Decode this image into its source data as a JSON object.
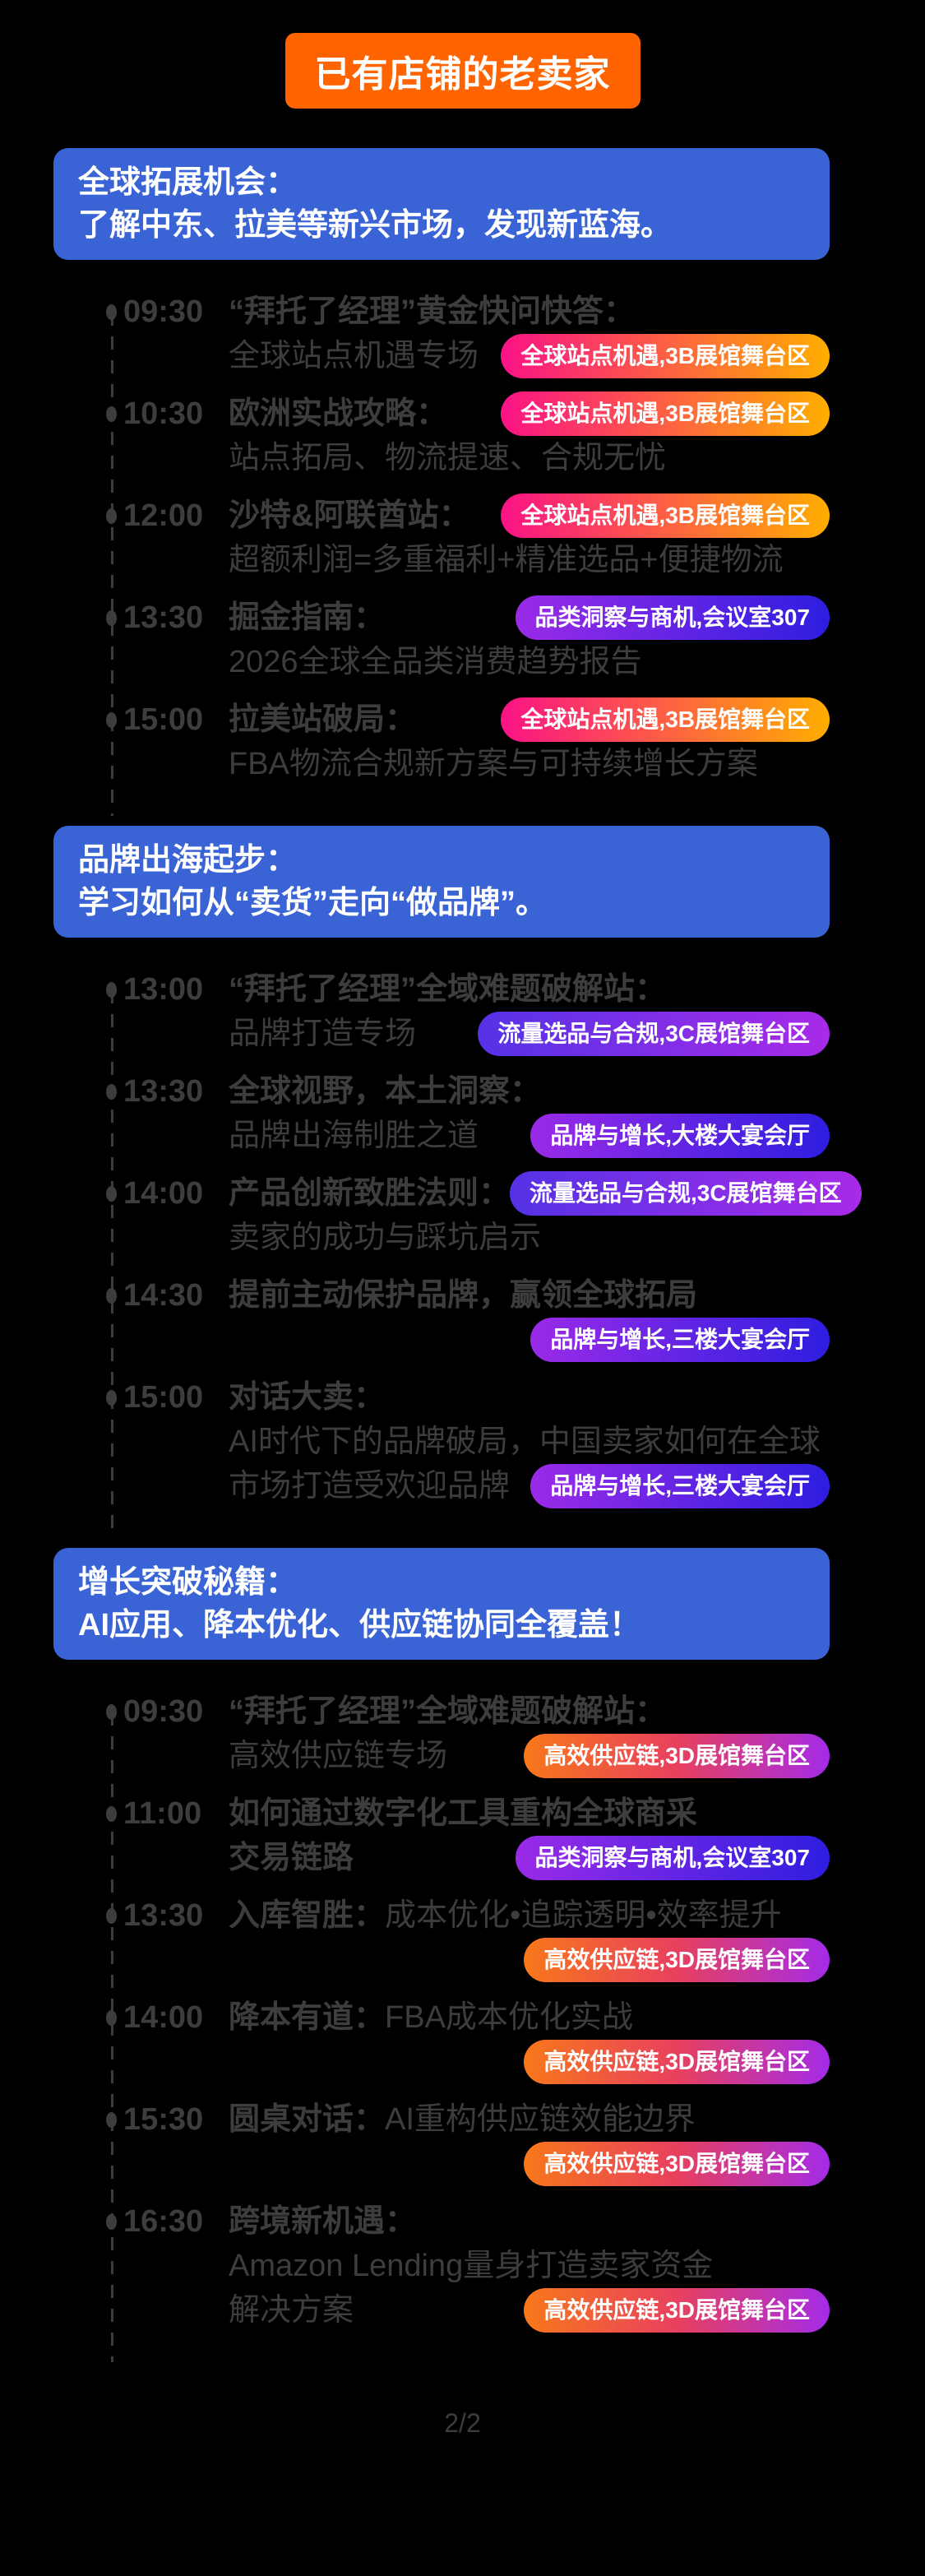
{
  "page": {
    "badge": "已有店铺的老卖家",
    "footer": "2/2"
  },
  "colors": {
    "background": "#000000",
    "badge_bg": "#FF6400",
    "banner_bg": "#3A63D6",
    "body_text": "#3D3D40",
    "timeline": "#3D3D40",
    "pill_text": "#FFFFFF",
    "gradients": {
      "pink-orange": [
        "#FA1286",
        "#FFAE00"
      ],
      "purple-blue": [
        "#9A2BE8",
        "#2E1EE0"
      ],
      "blue-purple": [
        "#5532E6",
        "#A82BE8"
      ],
      "orange-purple": [
        "#F8781A",
        "#E8405E",
        "#A42BE8"
      ]
    }
  },
  "pills": {
    "site": {
      "text": "全球站点机遇,3B展馆舞台区",
      "gradient": "pink-orange"
    },
    "category": {
      "text": "品类洞察与商机,会议室307",
      "gradient": "purple-blue"
    },
    "traffic": {
      "text": "流量选品与合规,3C展馆舞台区",
      "gradient": "blue-purple"
    },
    "brand_building": {
      "text": "品牌与增长,大楼大宴会厅",
      "gradient": "purple-blue"
    },
    "brand_3f": {
      "text": "品牌与增长,三楼大宴会厅",
      "gradient": "purple-blue"
    },
    "supply": {
      "text": "高效供应链,3D展馆舞台区",
      "gradient": "orange-purple"
    }
  },
  "sections": [
    {
      "banner_lines": [
        "全球拓展机会：",
        "了解中东、拉美等新兴市场，发现新蓝海。"
      ],
      "items": [
        {
          "time": "09:30",
          "rows": [
            {
              "parts": [
                {
                  "text": "“拜托了经理”黄金快问快答：",
                  "bold": true
                }
              ]
            },
            {
              "parts": [
                {
                  "text": "全球站点机遇专场",
                  "bold": false
                }
              ],
              "pill": "site"
            }
          ]
        },
        {
          "time": "10:30",
          "rows": [
            {
              "parts": [
                {
                  "text": "欧洲实战攻略：",
                  "bold": true
                }
              ],
              "pill": "site"
            },
            {
              "parts": [
                {
                  "text": "站点拓局、物流提速、合规无忧",
                  "bold": false
                }
              ]
            }
          ]
        },
        {
          "time": "12:00",
          "rows": [
            {
              "parts": [
                {
                  "text": "沙特&阿联酋站：",
                  "bold": true
                }
              ],
              "pill": "site"
            },
            {
              "parts": [
                {
                  "text": "超额利润=多重福利+精准选品+便捷物流",
                  "bold": false
                }
              ]
            }
          ]
        },
        {
          "time": "13:30",
          "rows": [
            {
              "parts": [
                {
                  "text": "掘金指南：",
                  "bold": true
                }
              ],
              "pill": "category"
            },
            {
              "parts": [
                {
                  "text": "2026全球全品类消费趋势报告",
                  "bold": false
                }
              ]
            }
          ]
        },
        {
          "time": "15:00",
          "rows": [
            {
              "parts": [
                {
                  "text": "拉美站破局：",
                  "bold": true
                }
              ],
              "pill": "site"
            },
            {
              "parts": [
                {
                  "text": "FBA物流合规新方案与可持续增长方案",
                  "bold": false
                }
              ]
            }
          ]
        }
      ]
    },
    {
      "banner_lines": [
        "品牌出海起步：",
        "学习如何从“卖货”走向“做品牌”。"
      ],
      "items": [
        {
          "time": "13:00",
          "rows": [
            {
              "parts": [
                {
                  "text": "“拜托了经理”全域难题破解站：",
                  "bold": true
                }
              ]
            },
            {
              "parts": [
                {
                  "text": "品牌打造专场",
                  "bold": false
                }
              ],
              "pill": "traffic"
            }
          ]
        },
        {
          "time": "13:30",
          "rows": [
            {
              "parts": [
                {
                  "text": "全球视野，本土洞察：",
                  "bold": true
                }
              ]
            },
            {
              "parts": [
                {
                  "text": "品牌出海制胜之道",
                  "bold": false
                }
              ],
              "pill": "brand_building"
            }
          ]
        },
        {
          "time": "14:00",
          "rows": [
            {
              "parts": [
                {
                  "text": "产品创新致胜法则：",
                  "bold": true
                }
              ],
              "pill": "traffic"
            },
            {
              "parts": [
                {
                  "text": "卖家的成功与踩坑启示",
                  "bold": false
                }
              ]
            }
          ]
        },
        {
          "time": "14:30",
          "rows": [
            {
              "parts": [
                {
                  "text": "提前主动保护品牌，赢领全球拓局",
                  "bold": true
                }
              ]
            },
            {
              "parts": [],
              "pill": "brand_3f"
            }
          ]
        },
        {
          "time": "15:00",
          "rows": [
            {
              "parts": [
                {
                  "text": "对话大卖：",
                  "bold": true
                }
              ]
            },
            {
              "parts": [
                {
                  "text": "AI时代下的品牌破局，中国卖家如何在全球",
                  "bold": false
                }
              ]
            },
            {
              "parts": [
                {
                  "text": "市场打造受欢迎品牌",
                  "bold": false
                }
              ],
              "pill": "brand_3f"
            }
          ]
        }
      ]
    },
    {
      "banner_lines": [
        "增长突破秘籍：",
        "AI应用、降本优化、供应链协同全覆盖！"
      ],
      "items": [
        {
          "time": "09:30",
          "rows": [
            {
              "parts": [
                {
                  "text": "“拜托了经理”全域难题破解站：",
                  "bold": true
                }
              ]
            },
            {
              "parts": [
                {
                  "text": "高效供应链专场",
                  "bold": false
                }
              ],
              "pill": "supply"
            }
          ]
        },
        {
          "time": "11:00",
          "rows": [
            {
              "parts": [
                {
                  "text": "如何通过数字化工具重构全球商采",
                  "bold": true
                }
              ]
            },
            {
              "parts": [
                {
                  "text": "交易链路",
                  "bold": true
                }
              ],
              "pill": "category"
            }
          ]
        },
        {
          "time": "13:30",
          "rows": [
            {
              "parts": [
                {
                  "text": "入库智胜：",
                  "bold": true
                },
                {
                  "text": "成本优化•追踪透明•效率提升",
                  "bold": false
                }
              ]
            },
            {
              "parts": [],
              "pill": "supply"
            }
          ]
        },
        {
          "time": "14:00",
          "rows": [
            {
              "parts": [
                {
                  "text": "降本有道：",
                  "bold": true
                },
                {
                  "text": "FBA成本优化实战",
                  "bold": false
                }
              ]
            },
            {
              "parts": [],
              "pill": "supply"
            }
          ]
        },
        {
          "time": "15:30",
          "rows": [
            {
              "parts": [
                {
                  "text": "圆桌对话：",
                  "bold": true
                },
                {
                  "text": "AI重构供应链效能边界",
                  "bold": false
                }
              ]
            },
            {
              "parts": [],
              "pill": "supply"
            }
          ]
        },
        {
          "time": "16:30",
          "rows": [
            {
              "parts": [
                {
                  "text": "跨境新机遇：",
                  "bold": true
                }
              ]
            },
            {
              "parts": [
                {
                  "text": "Amazon Lending量身打造卖家资金",
                  "bold": false
                }
              ]
            },
            {
              "parts": [
                {
                  "text": "解决方案",
                  "bold": false
                }
              ],
              "pill": "supply"
            }
          ]
        }
      ]
    }
  ]
}
